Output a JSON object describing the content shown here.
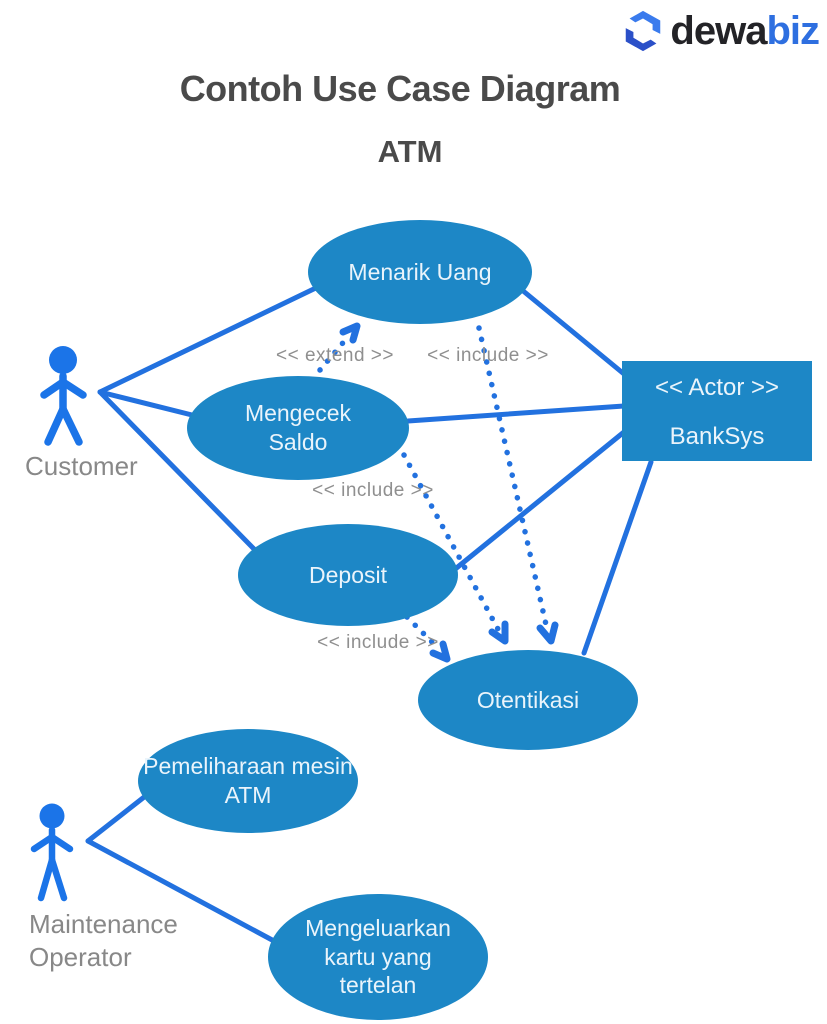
{
  "logo": {
    "icon": "dewabiz-hexagon-icon",
    "brand_dark": "dewa",
    "brand_accent": "biz"
  },
  "title": "Contoh Use Case Diagram",
  "subtitle": "ATM",
  "actors": [
    {
      "id": "customer",
      "label": "Customer"
    },
    {
      "id": "maintenance-operator",
      "label": "Maintenance\nOperator"
    },
    {
      "id": "banksys",
      "stereotype": "<< Actor  >>",
      "name": "BankSys"
    }
  ],
  "use_cases": [
    {
      "id": "menarik-uang",
      "label": "Menarik Uang"
    },
    {
      "id": "mengecek-saldo",
      "label": "Mengecek\nSaldo"
    },
    {
      "id": "deposit",
      "label": "Deposit"
    },
    {
      "id": "otentikasi",
      "label": "Otentikasi"
    },
    {
      "id": "pemeliharaan-mesin-atm",
      "label": "Pemeliharaan mesin\nATM"
    },
    {
      "id": "mengeluarkan-kartu",
      "label": "Mengeluarkan\nkartu yang\ntertelan"
    }
  ],
  "relationships": [
    {
      "type": "extend",
      "label": "<< extend >>",
      "from": "mengecek-saldo",
      "to": "menarik-uang"
    },
    {
      "type": "include",
      "label": "<< include >>",
      "from": "menarik-uang",
      "to": "otentikasi"
    },
    {
      "type": "include",
      "label": "<< include >>",
      "from": "mengecek-saldo",
      "to": "otentikasi"
    },
    {
      "type": "include",
      "label": "<< include >>",
      "from": "deposit",
      "to": "otentikasi"
    }
  ],
  "colors": {
    "node_fill": "#1D87C6",
    "connector_blue": "#2271DF",
    "figure_blue": "#1B74E8",
    "label_gray": "#8F8F8F",
    "title_gray": "#4A4A4A",
    "logo_accent": "#2E6FE0"
  }
}
